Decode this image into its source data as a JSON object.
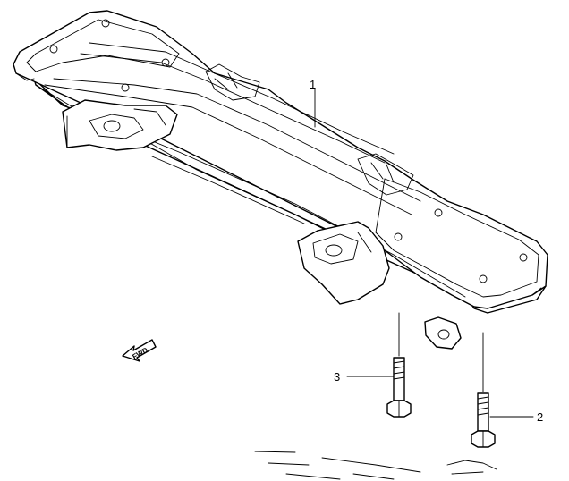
{
  "callouts": [
    {
      "id": "1",
      "label": "1"
    },
    {
      "id": "2",
      "label": "2"
    },
    {
      "id": "3",
      "label": "3"
    }
  ],
  "direction_marker": {
    "text": "FWD",
    "icon": "forward-arrow-icon"
  }
}
